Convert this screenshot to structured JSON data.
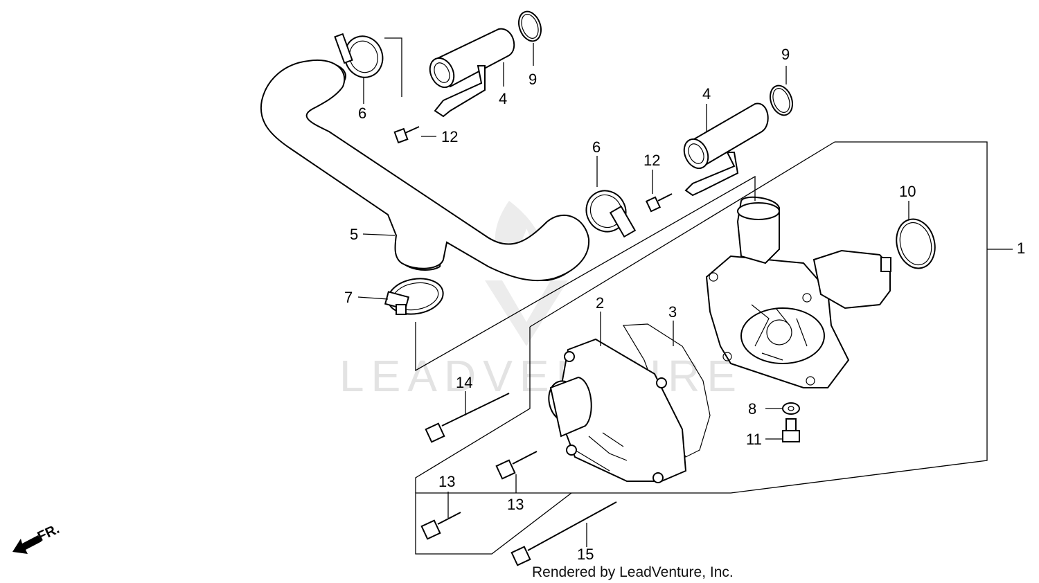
{
  "diagram": {
    "callouts": {
      "c1": "1",
      "c2": "2",
      "c3": "3",
      "c4a": "4",
      "c4b": "4",
      "c5": "5",
      "c6a": "6",
      "c6b": "6",
      "c7": "7",
      "c8": "8",
      "c9a": "9",
      "c9b": "9",
      "c10": "10",
      "c11": "11",
      "c12a": "12",
      "c12b": "12",
      "c13a": "13",
      "c13b": "13",
      "c14": "14",
      "c15": "15"
    },
    "direction_label": "FR.",
    "credit": "Rendered by LeadVenture, Inc.",
    "watermark": "LEADVENTURE",
    "colors": {
      "line": "#000000",
      "watermark": "#e3e3e3",
      "background": "#ffffff"
    }
  }
}
